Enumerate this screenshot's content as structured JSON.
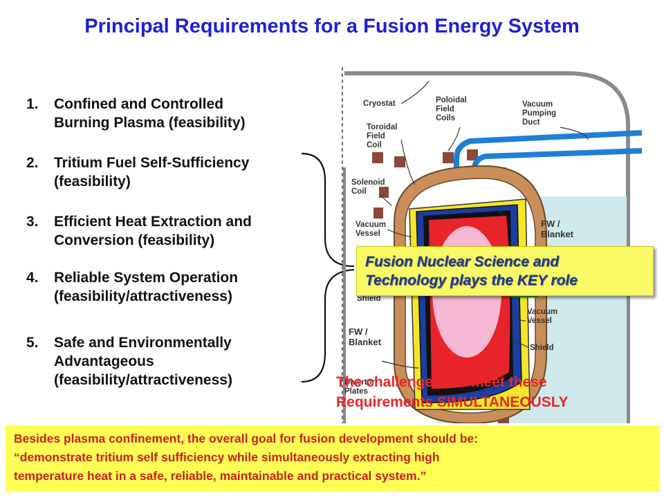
{
  "title": "Principal Requirements for a Fusion Energy System",
  "requirements": [
    {
      "num": "1.",
      "lines": [
        "Confined and Controlled",
        "Burning Plasma  (feasibility)"
      ]
    },
    {
      "num": "2.",
      "lines": [
        "Tritium Fuel Self-Sufficiency",
        "(feasibility)"
      ]
    },
    {
      "num": "3.",
      "lines": [
        "Efficient Heat Extraction and",
        "Conversion (feasibility)"
      ]
    },
    {
      "num": "4.",
      "lines": [
        "Reliable System Operation",
        "(feasibility/attractiveness)"
      ]
    },
    {
      "num": "5.",
      "lines": [
        "Safe and Environmentally",
        "Advantageous",
        "(feasibility/attractiveness)"
      ]
    }
  ],
  "diagram_labels": {
    "cryostat": "Cryostat",
    "poloidal": [
      "Poloidal",
      "Field",
      "Coils"
    ],
    "vacuum_duct": [
      "Vacuum",
      "Pumping",
      "Duct"
    ],
    "toroidal": [
      "Toroidal",
      "Field",
      "Coil"
    ],
    "solenoid": [
      "Solenoid",
      "Coil"
    ],
    "fw_blanket_right": [
      "FW /",
      "Blanket"
    ],
    "vacuum_vessel_left": [
      "Vacuum",
      "Vessel"
    ],
    "shield_left": "Shield",
    "vacuum_vessel_right": [
      "Vacuum",
      "Vessel"
    ],
    "shield_right": "Shield",
    "fw_blanket_left": [
      "FW /",
      "Blanket"
    ],
    "divertor": [
      "Divertor",
      "Plates"
    ]
  },
  "key_box": [
    "Fusion Nuclear Science and",
    "Technology plays the KEY role"
  ],
  "challenge": [
    "The challenge is to meet these",
    "Requirements SIMULTANEOUSLY"
  ],
  "goal": [
    "Besides plasma confinement, the overall goal for fusion development should be:",
    "“demonstrate tritium self sufficiency while simultaneously extracting high",
    "temperature heat in a safe, reliable, maintainable and practical system.”"
  ],
  "colors": {
    "title": "#1f1fd6",
    "plasma_outer": "#e8232a",
    "plasma_core": "#f6b8d2",
    "blanket": "#1a3fa0",
    "shield": "#f5e62a",
    "vessel": "#b8804a",
    "coil": "#8a4a3a",
    "duct": "#1f7fd6",
    "cryostat_fill": "#cfe9ec",
    "goal_text": "#cc1f1f"
  }
}
